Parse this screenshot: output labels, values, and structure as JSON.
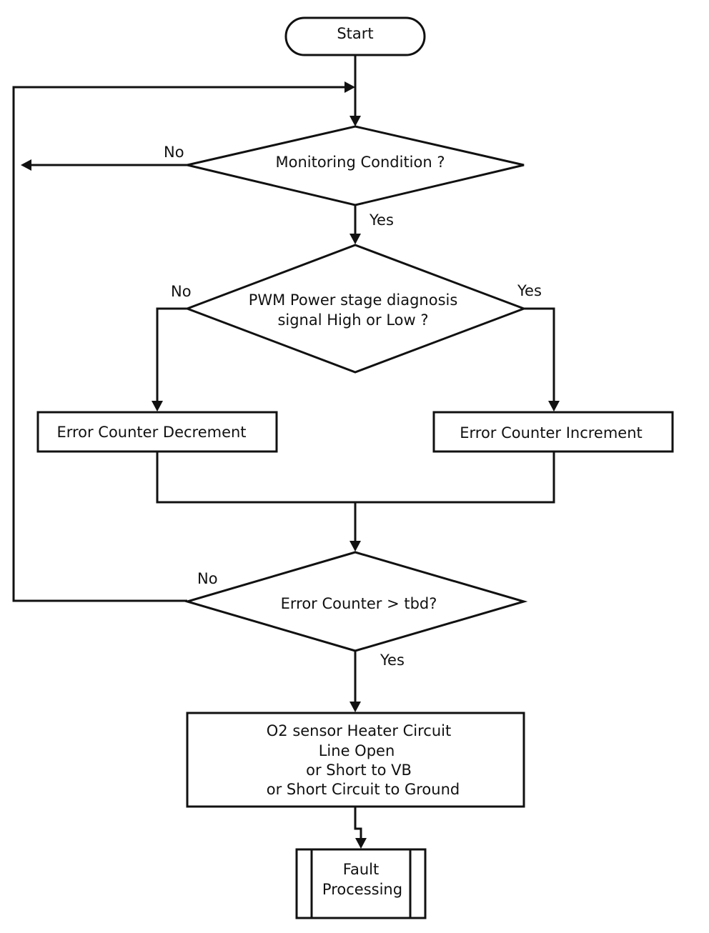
{
  "flowchart": {
    "start": "Start",
    "monitoring": "Monitoring Condition ?",
    "pwm": [
      "PWM Power stage diagnosis",
      "signal High or Low ?"
    ],
    "decrement": "Error Counter Decrement",
    "increment": "Error Counter Increment",
    "compare": "Error Counter > tbd?",
    "fault_detected": [
      "O2 sensor Heater Circuit",
      "Line Open",
      "or Short to VB",
      "or Short Circuit to Ground"
    ],
    "fault_processing": [
      "Fault",
      "Processing"
    ],
    "labels": {
      "monitoring_no": "No",
      "monitoring_yes": "Yes",
      "pwm_no": "No",
      "pwm_yes": "Yes",
      "compare_no": "No",
      "compare_yes": "Yes"
    }
  }
}
